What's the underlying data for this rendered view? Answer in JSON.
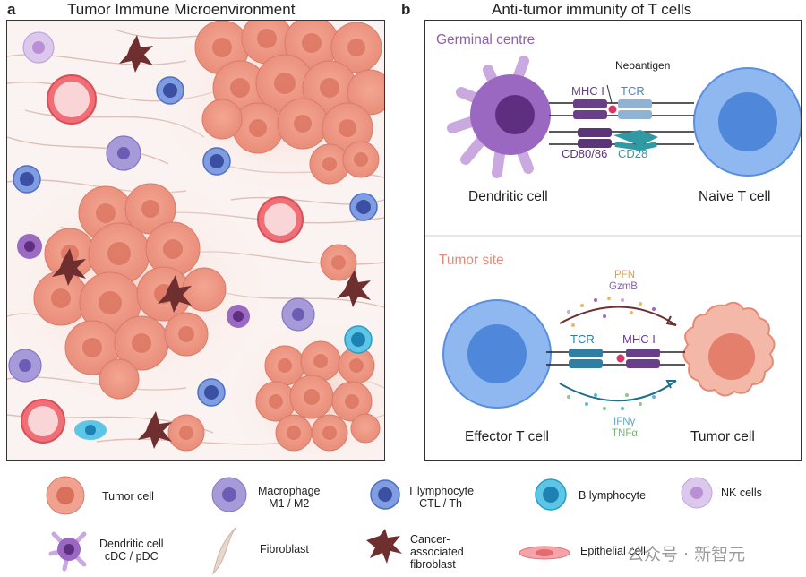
{
  "panel_a": {
    "letter": "a",
    "title": "Tumor Immune Microenvironment"
  },
  "panel_b": {
    "letter": "b",
    "title": "Anti-tumor immunity of T cells",
    "germinal": {
      "heading": "Germinal centre",
      "neoantigen": "Neoantigen",
      "mhc": "MHC I",
      "tcr": "TCR",
      "cd80": "CD80/86",
      "cd28": "CD28",
      "dendritic_label": "Dendritic cell",
      "naive_label": "Naive T cell"
    },
    "tumor_site": {
      "heading": "Tumor site",
      "pfn": "PFN",
      "gzmb": "GzmB",
      "tcr": "TCR",
      "mhc": "MHC I",
      "ifng": "IFNγ",
      "tnfa": "TNFα",
      "effector_label": "Effector T cell",
      "tumor_label": "Tumor cell"
    }
  },
  "legend": [
    {
      "icon": "tumor-cell-icon",
      "label": "Tumor cell"
    },
    {
      "icon": "macrophage-icon",
      "label": "Macrophage\nM1 / M2"
    },
    {
      "icon": "t-lymphocyte-icon",
      "label": "T lymphocyte\nCTL / Th"
    },
    {
      "icon": "b-lymphocyte-icon",
      "label": "B lymphocyte"
    },
    {
      "icon": "nk-cell-icon",
      "label": "NK cells"
    },
    {
      "icon": "dendritic-cell-icon",
      "label": "Dendritic cell\ncDC / pDC"
    },
    {
      "icon": "fibroblast-icon",
      "label": "Fibroblast"
    },
    {
      "icon": "caf-icon",
      "label": "Cancer-\nassociated\nfibroblast"
    },
    {
      "icon": "epithelial-cell-icon",
      "label": "Epithelial cell"
    }
  ],
  "watermark": "公众号 · 新智元",
  "colors": {
    "tumor": "#e8917c",
    "tumor_light": "#f4c1b3",
    "macrophage": "#9c8fd3",
    "t_cell": "#5b7fd1",
    "b_cell": "#4fb7da",
    "nk": "#d5bde6",
    "dendritic": "#8e5fae",
    "caf": "#6f2f2f",
    "epithelial": "#e56b73",
    "mhc": "#6a3f8a",
    "tcr": "#7fa6c9",
    "cd28": "#2f9aa4",
    "germinal_heading": "#8e5fae",
    "tumor_heading": "#e48a7b"
  }
}
